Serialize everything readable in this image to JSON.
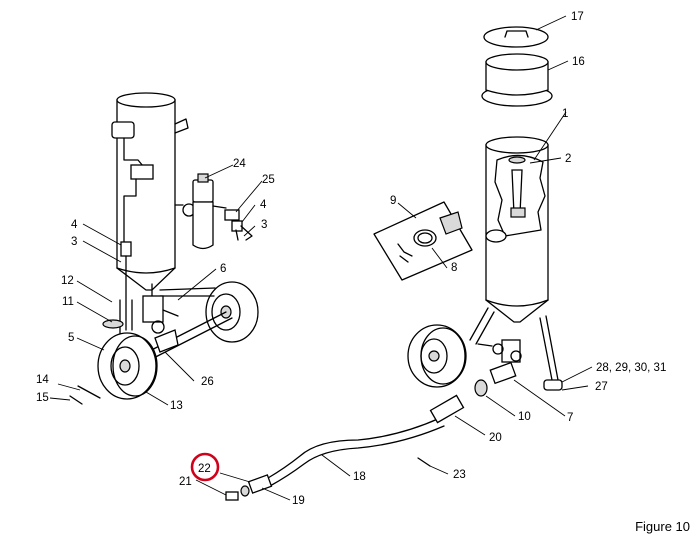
{
  "figure": {
    "label": "Figure 10"
  },
  "highlight": {
    "callout": "22",
    "color": "#d0021b"
  },
  "callouts": [
    {
      "id": "c-17",
      "text": "17"
    },
    {
      "id": "c-16",
      "text": "16"
    },
    {
      "id": "c-1",
      "text": "1"
    },
    {
      "id": "c-2",
      "text": "2"
    },
    {
      "id": "c-9",
      "text": "9"
    },
    {
      "id": "c-8",
      "text": "8"
    },
    {
      "id": "c-24",
      "text": "24"
    },
    {
      "id": "c-25",
      "text": "25"
    },
    {
      "id": "c-4a",
      "text": "4"
    },
    {
      "id": "c-3a",
      "text": "3"
    },
    {
      "id": "c-4b",
      "text": "4"
    },
    {
      "id": "c-3b",
      "text": "3"
    },
    {
      "id": "c-6",
      "text": "6"
    },
    {
      "id": "c-12",
      "text": "12"
    },
    {
      "id": "c-11",
      "text": "11"
    },
    {
      "id": "c-5",
      "text": "5"
    },
    {
      "id": "c-26",
      "text": "26"
    },
    {
      "id": "c-14",
      "text": "14"
    },
    {
      "id": "c-15",
      "text": "15"
    },
    {
      "id": "c-13",
      "text": "13"
    },
    {
      "id": "c-28-31",
      "text": "28, 29, 30, 31"
    },
    {
      "id": "c-27",
      "text": "27"
    },
    {
      "id": "c-10",
      "text": "10"
    },
    {
      "id": "c-7",
      "text": "7"
    },
    {
      "id": "c-20",
      "text": "20"
    },
    {
      "id": "c-23",
      "text": "23"
    },
    {
      "id": "c-22",
      "text": "22"
    },
    {
      "id": "c-21",
      "text": "21"
    },
    {
      "id": "c-19",
      "text": "19"
    },
    {
      "id": "c-18",
      "text": "18"
    }
  ]
}
